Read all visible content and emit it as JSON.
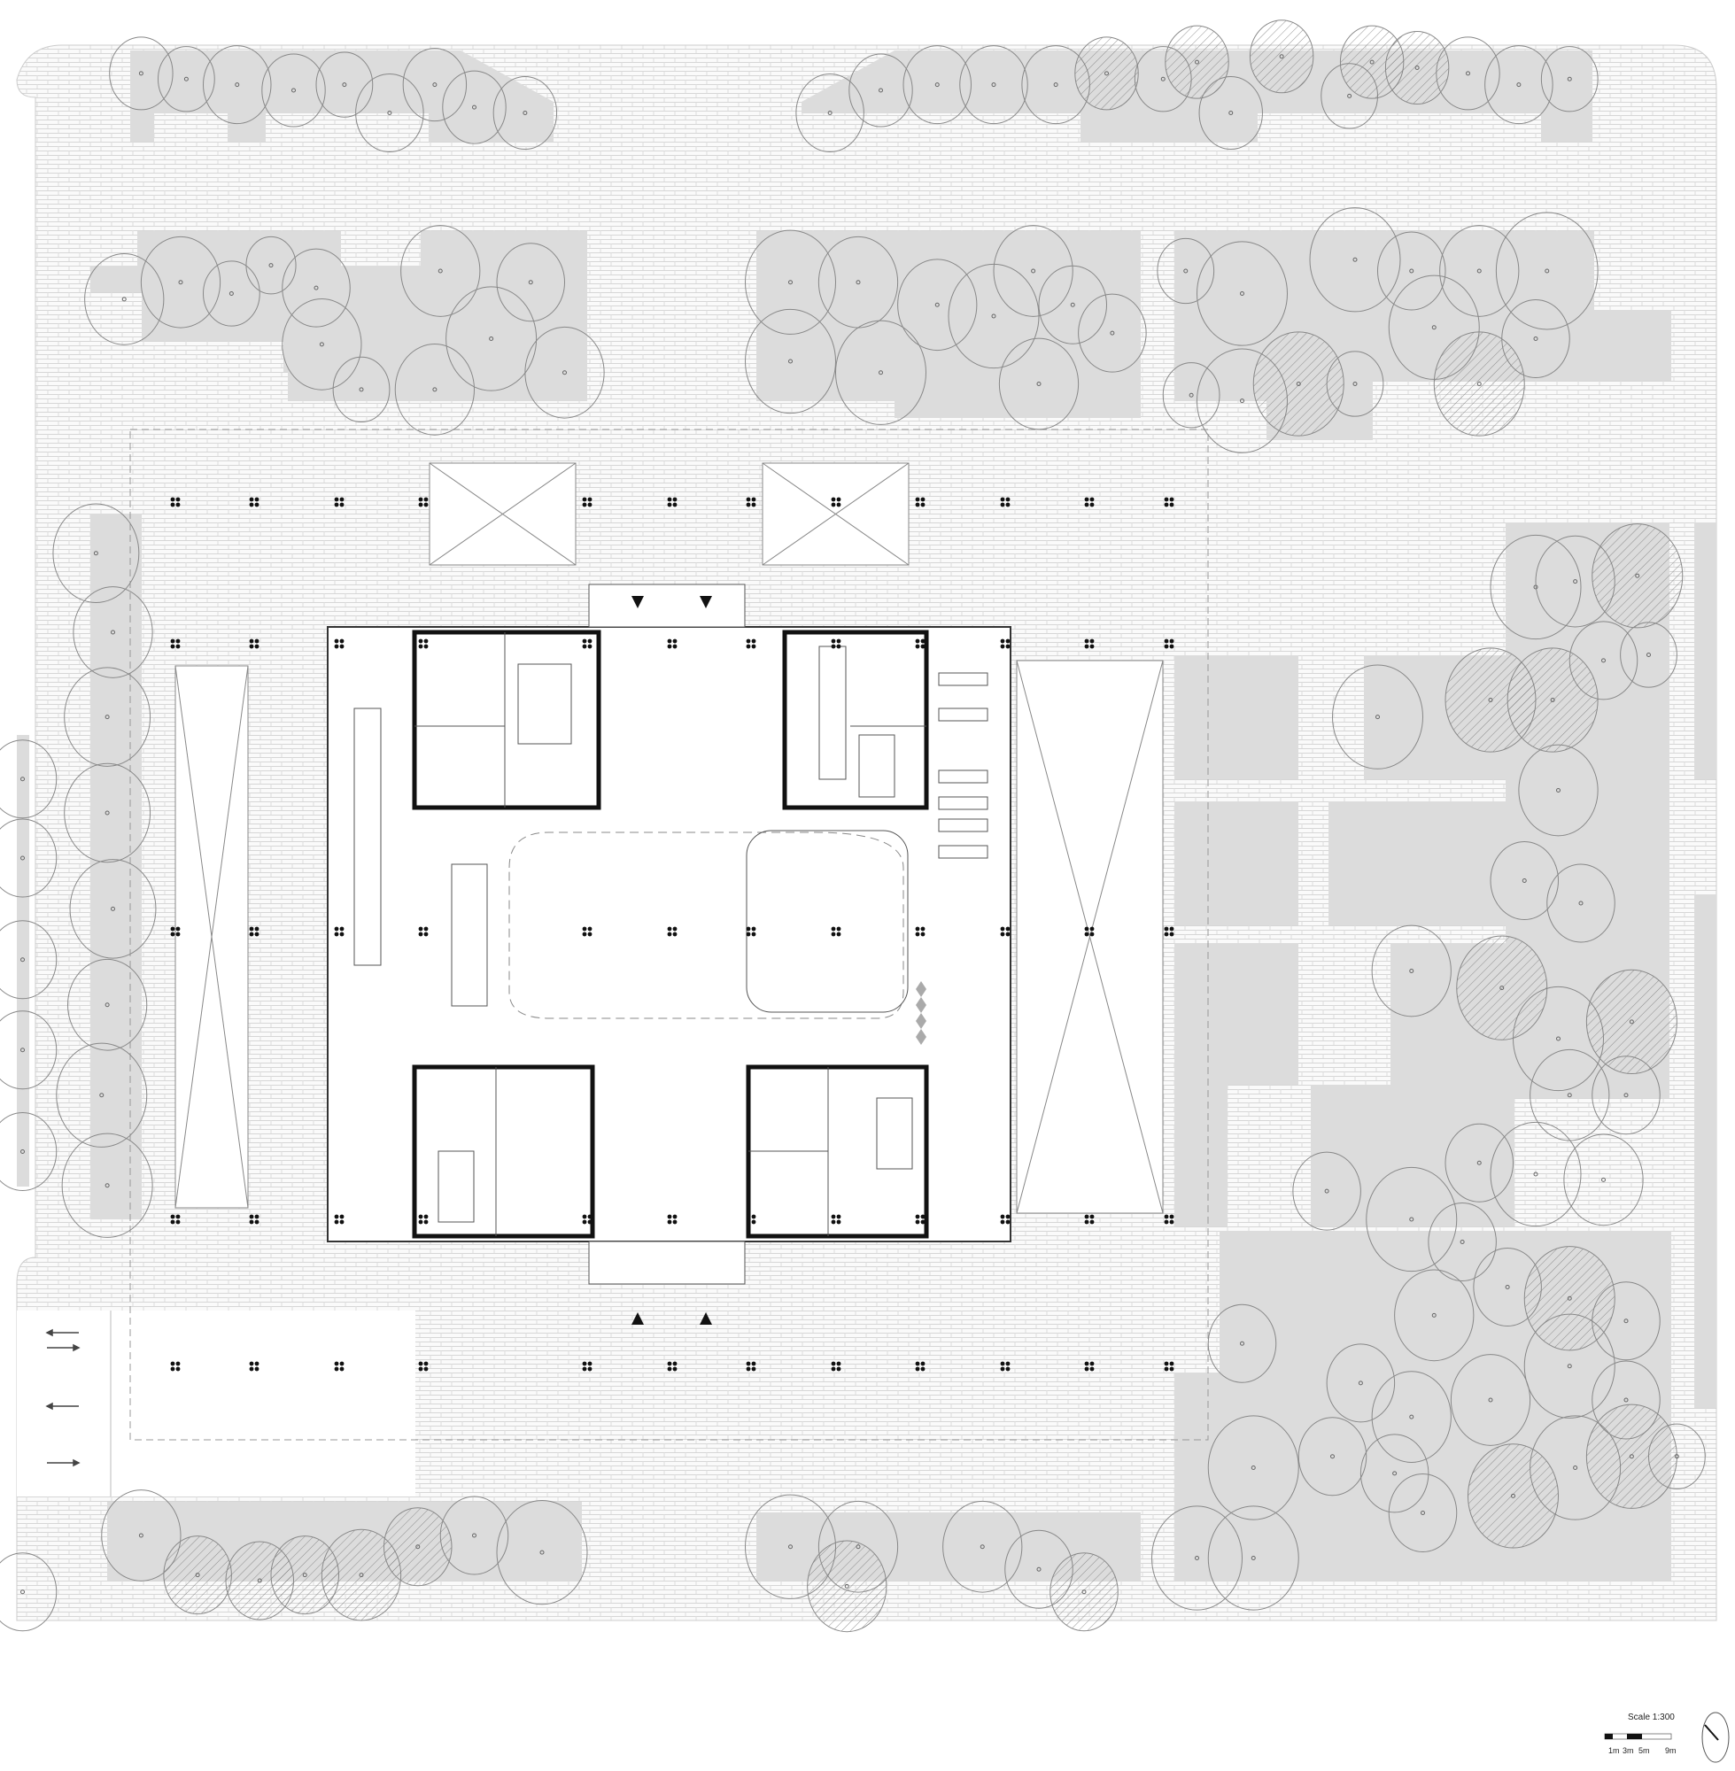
{
  "drawing": {
    "type": "site ground floor plan",
    "scale": {
      "label": "Scale 1:300",
      "ticks": [
        "1m",
        "3m",
        "5m",
        "9m"
      ]
    },
    "north_arrow": "north-arrow-icon",
    "entrance_markers": 4,
    "traffic_arrows": 4
  },
  "colors": {
    "paving": "#e4e4e4",
    "planting": "#dadada",
    "wall": "#111111",
    "line": "#888888"
  }
}
